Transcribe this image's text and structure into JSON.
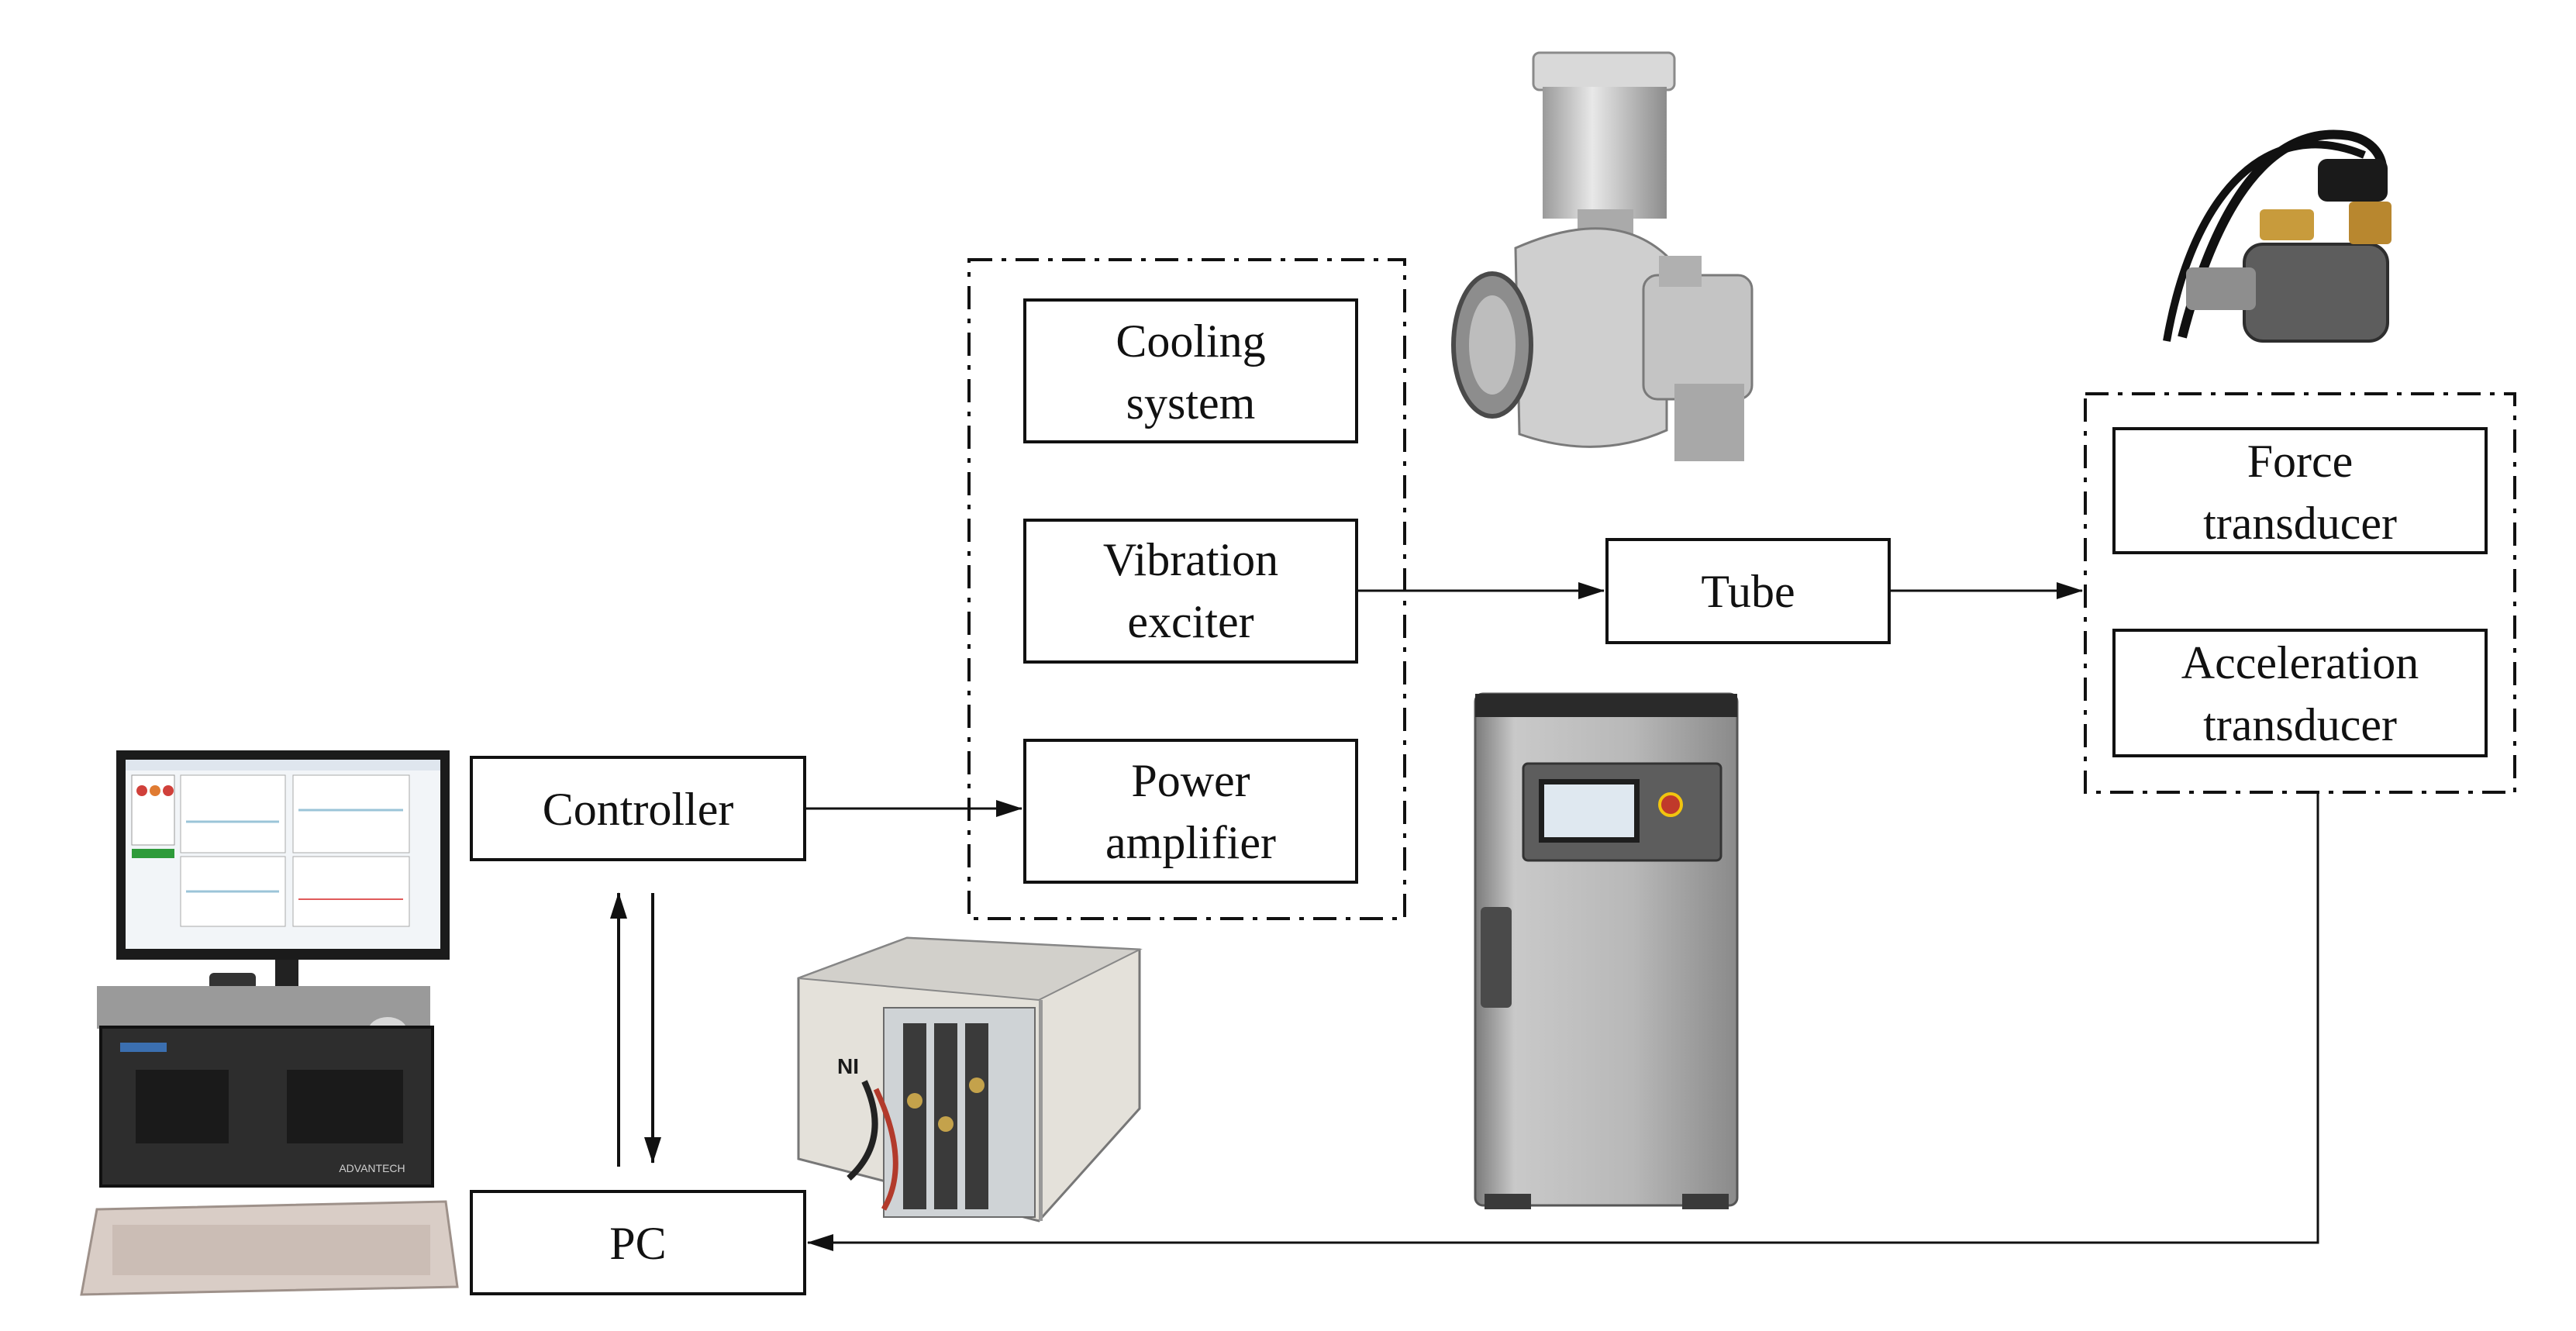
{
  "blocks": {
    "cooling": {
      "line1": "Cooling",
      "line2": "system"
    },
    "vibration": {
      "line1": "Vibration",
      "line2": "exciter"
    },
    "power": {
      "line1": "Power",
      "line2": "amplifier"
    },
    "controller": {
      "label": "Controller"
    },
    "pc": {
      "label": "PC"
    },
    "tube": {
      "label": "Tube"
    },
    "force": {
      "line1": "Force",
      "line2": "transducer"
    },
    "acceleration": {
      "line1": "Acceleration",
      "line2": "transducer"
    }
  },
  "photos": {
    "pc_workstation": {
      "brand_badge": "ADVANTECH"
    },
    "data_acquisition_chassis": {
      "brand_badge": "NI"
    }
  },
  "colors": {
    "line": "#111111",
    "box_fill": "#ffffff",
    "background": "#ffffff"
  }
}
